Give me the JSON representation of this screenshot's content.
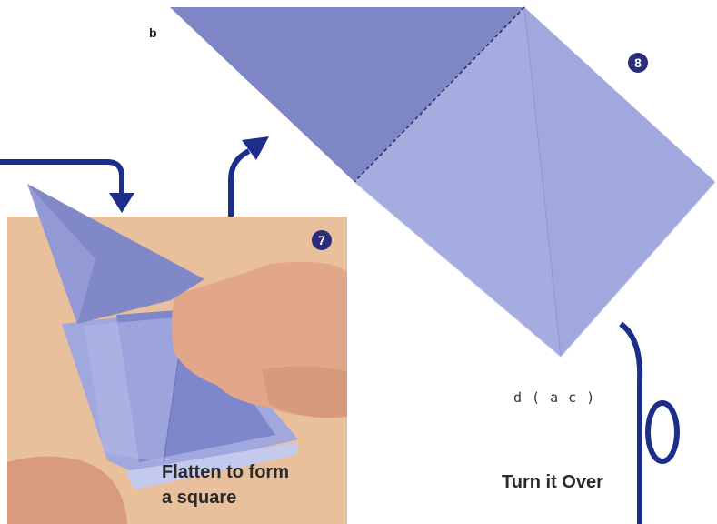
{
  "steps": [
    {
      "number": "7",
      "caption_line1": "Flatten to form",
      "caption_line2": "a square"
    },
    {
      "number": "8"
    }
  ],
  "labels": {
    "b": "b",
    "d": "d ( a c )"
  },
  "turn_caption": "Turn it Over",
  "colors": {
    "paper_purple": "#8088c8",
    "paper_light": "#a8aee0",
    "arrow_navy": "#1c2d8a",
    "badge": "#2b2c7a",
    "backdrop": "#e9c09c",
    "skin": "#e2a78a"
  }
}
